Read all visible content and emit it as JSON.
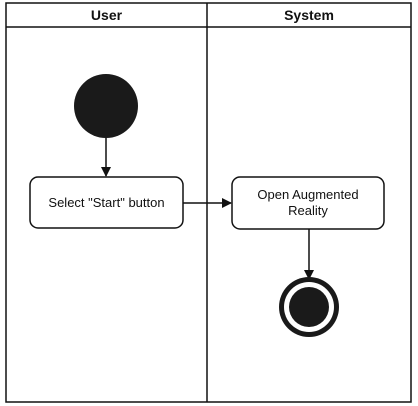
{
  "lanes": [
    {
      "title": "User"
    },
    {
      "title": "System"
    }
  ],
  "nodes": {
    "start": {
      "kind": "initial"
    },
    "select_start": {
      "kind": "action",
      "label": "Select \"Start\" button"
    },
    "open_ar": {
      "kind": "action",
      "label": "Open Augmented Reality"
    },
    "end": {
      "kind": "final"
    }
  },
  "edges": [
    {
      "from": "start",
      "to": "select_start"
    },
    {
      "from": "select_start",
      "to": "open_ar"
    },
    {
      "from": "open_ar",
      "to": "end"
    }
  ],
  "colors": {
    "stroke": "#111111",
    "fill_dark": "#1a1a1a",
    "background": "#ffffff"
  }
}
